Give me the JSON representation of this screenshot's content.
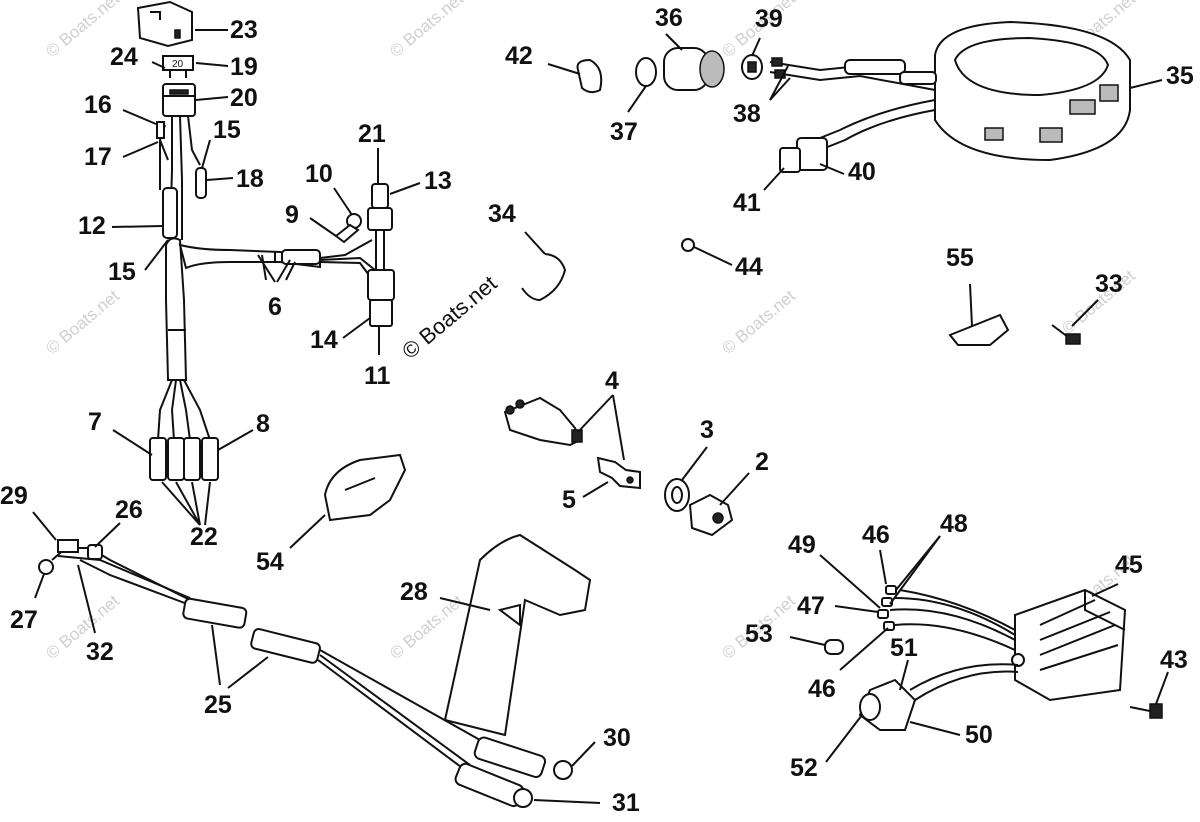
{
  "watermark": {
    "text": "© Boats.net",
    "main_text": "© Boats.net"
  },
  "fuse_label": "20",
  "callouts": {
    "c2": "2",
    "c3": "3",
    "c4": "4",
    "c5": "5",
    "c6": "6",
    "c7": "7",
    "c8": "8",
    "c9": "9",
    "c10": "10",
    "c11": "11",
    "c12": "12",
    "c13": "13",
    "c14": "14",
    "c15a": "15",
    "c15b": "15",
    "c16": "16",
    "c17": "17",
    "c18": "18",
    "c19": "19",
    "c20": "20",
    "c21": "21",
    "c22": "22",
    "c23": "23",
    "c24": "24",
    "c25": "25",
    "c26": "26",
    "c27": "27",
    "c28": "28",
    "c29": "29",
    "c30": "30",
    "c31": "31",
    "c32": "32",
    "c33": "33",
    "c34": "34",
    "c35": "35",
    "c36": "36",
    "c37": "37",
    "c38": "38",
    "c39": "39",
    "c40": "40",
    "c41": "41",
    "c42": "42",
    "c43": "43",
    "c44": "44",
    "c45": "45",
    "c46a": "46",
    "c46b": "46",
    "c47": "47",
    "c48": "48",
    "c49": "49",
    "c50": "50",
    "c51": "51",
    "c52": "52",
    "c53": "53",
    "c54": "54",
    "c55": "55"
  }
}
